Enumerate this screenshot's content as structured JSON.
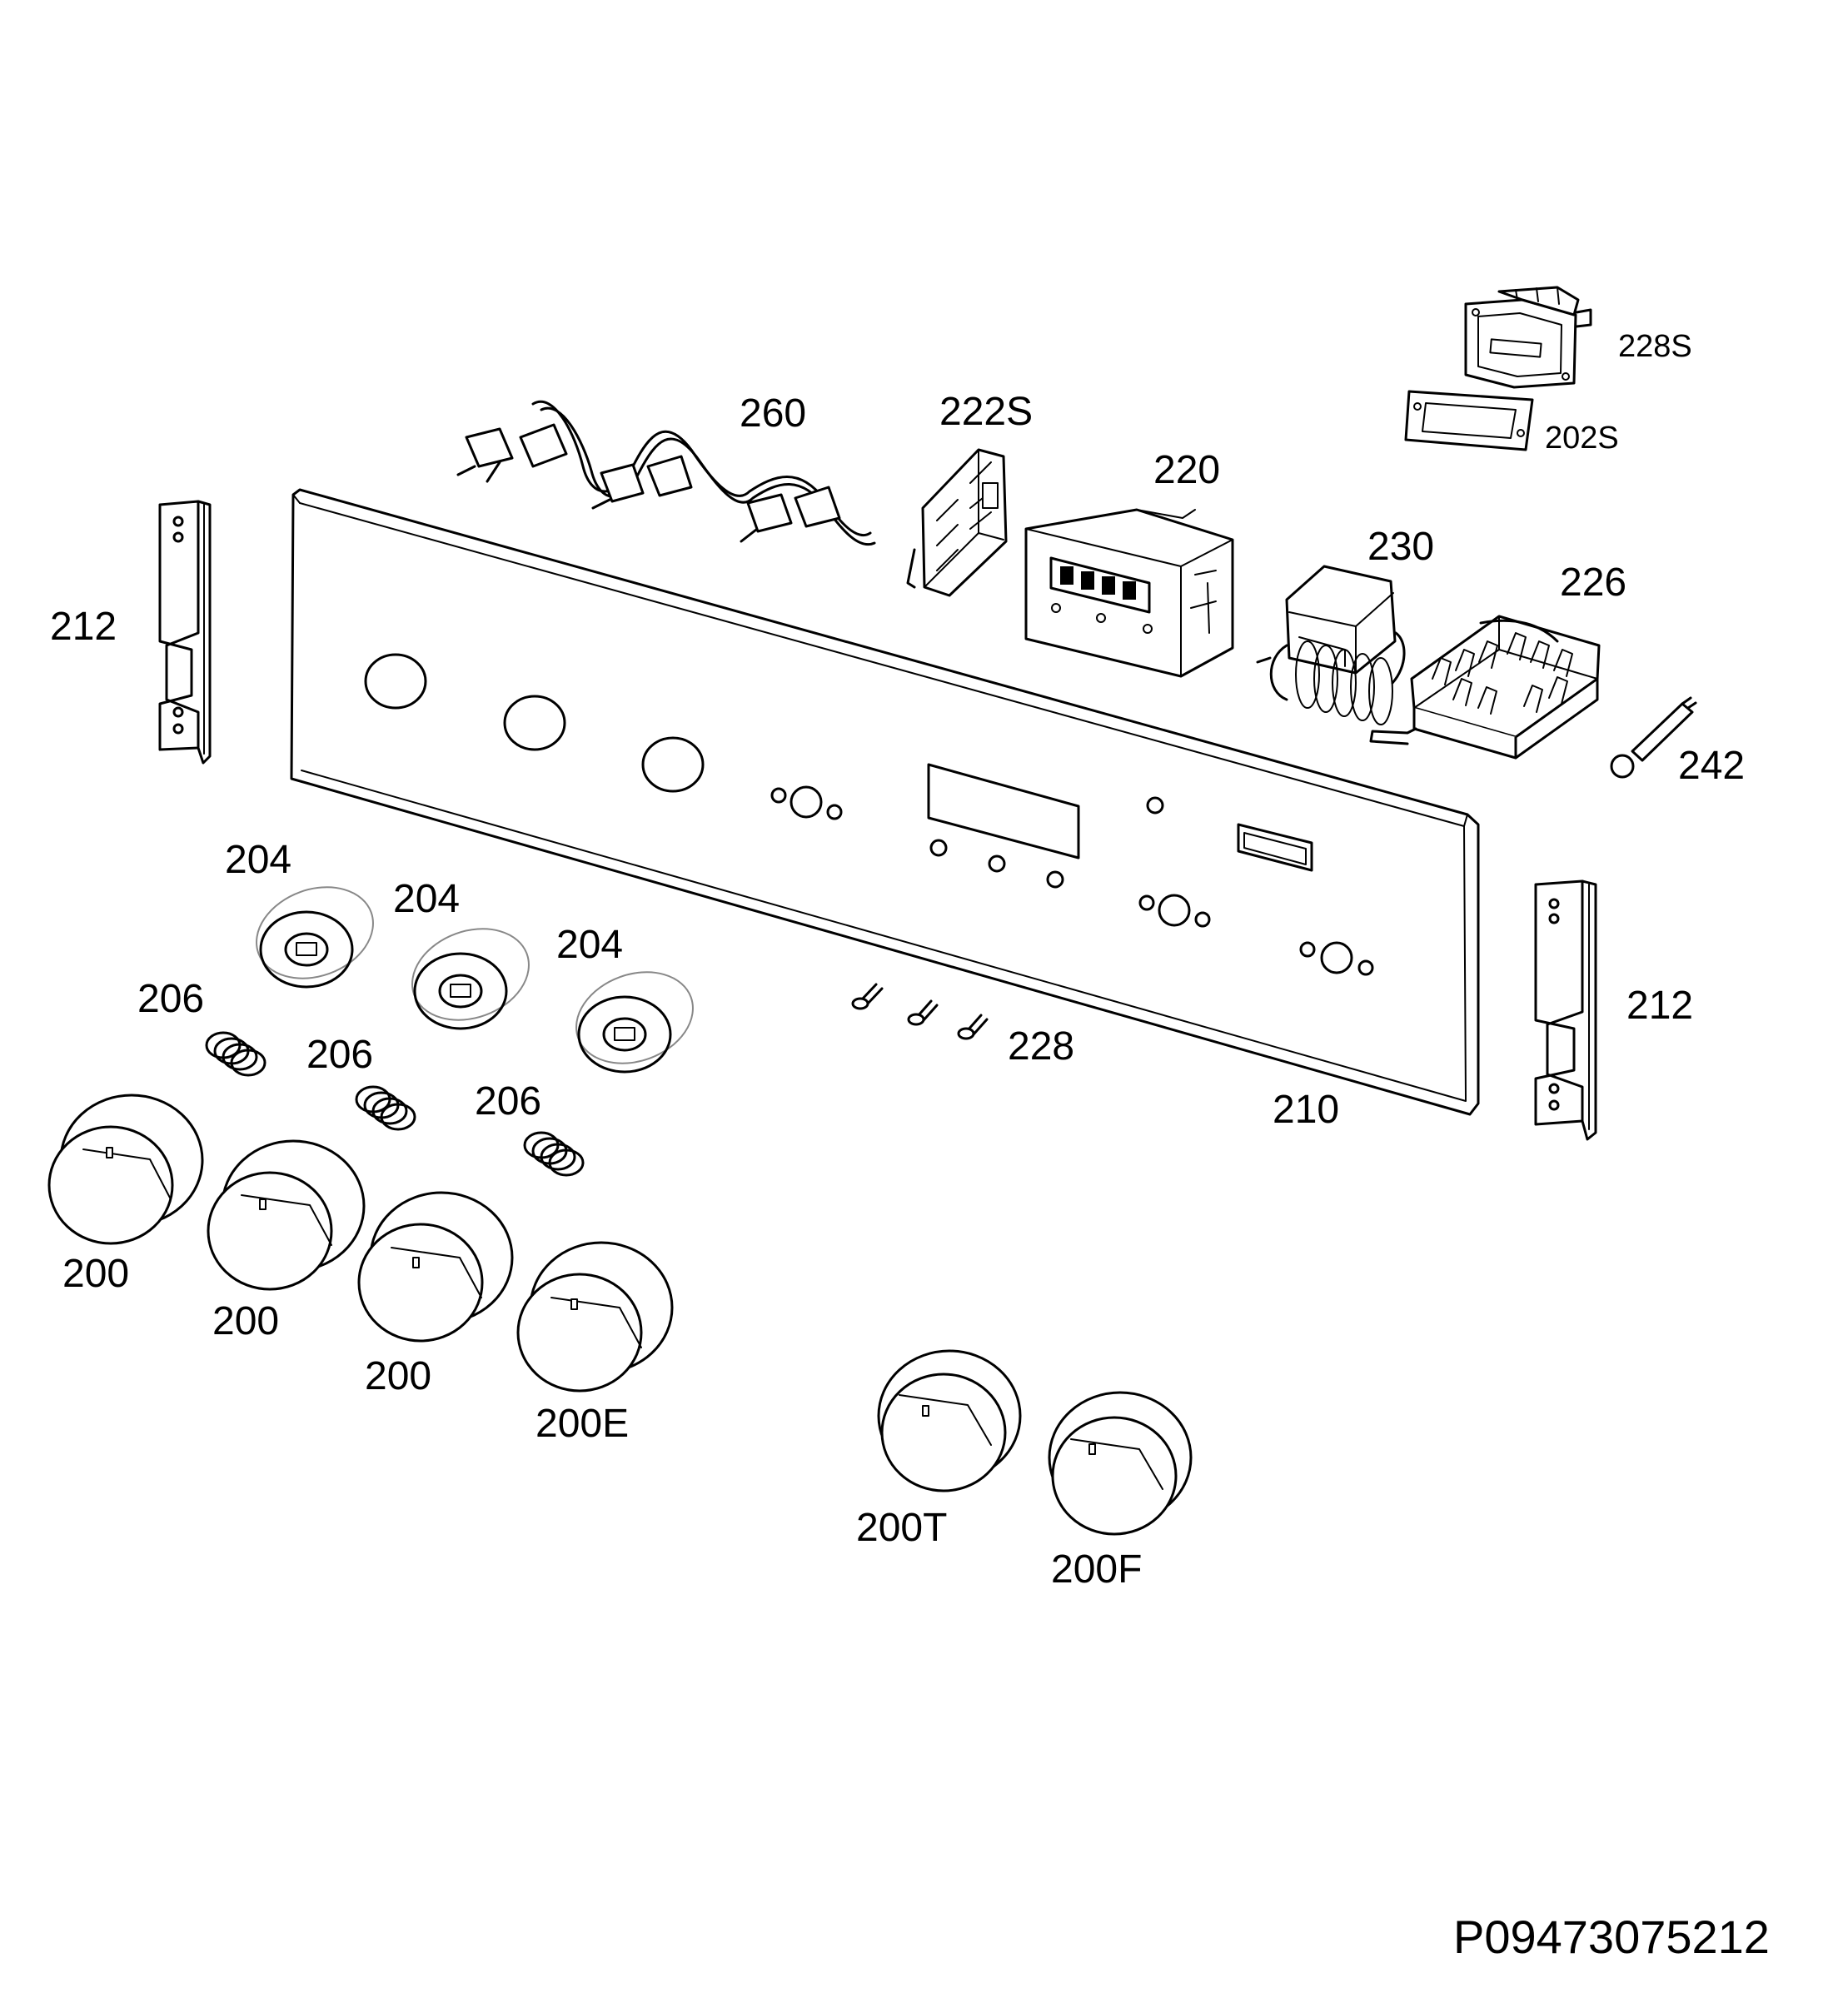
{
  "labels": {
    "bracket_left": "212",
    "bracket_right": "212",
    "harness": "260",
    "switch": "222S",
    "timer": "220",
    "thermostat": "230",
    "selector": "226",
    "sensor": "242",
    "switch_top": "228S",
    "gasket": "202S",
    "panel": "210",
    "screws": "228",
    "bezel_1": "204",
    "bezel_2": "204",
    "bezel_3": "204",
    "spring_1": "206",
    "spring_2": "206",
    "spring_3": "206",
    "knob_1": "200",
    "knob_2": "200",
    "knob_3": "200",
    "knob_e": "200E",
    "knob_t": "200T",
    "knob_f": "200F"
  },
  "drawing_code": "P09473075212"
}
